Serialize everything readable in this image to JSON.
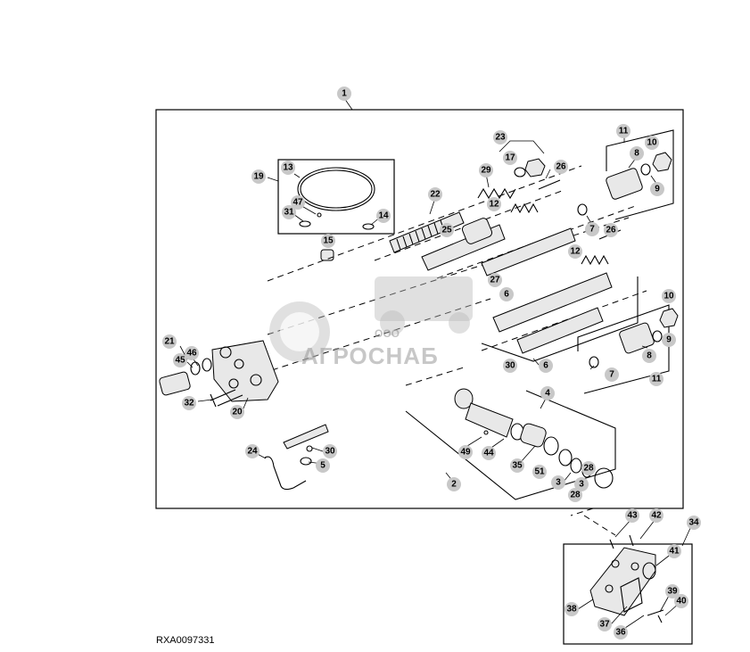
{
  "diagram": {
    "reference_code": "RXA0097331",
    "watermark": {
      "company_prefix": "ООО",
      "company_name": "АГРОСНАБ"
    },
    "callouts": [
      "1",
      "2",
      "3",
      "4",
      "5",
      "6",
      "7",
      "8",
      "9",
      "10",
      "11",
      "12",
      "13",
      "14",
      "15",
      "17",
      "19",
      "20",
      "21",
      "22",
      "23",
      "24",
      "25",
      "26",
      "27",
      "28",
      "29",
      "30",
      "31",
      "32",
      "34",
      "35",
      "36",
      "37",
      "38",
      "39",
      "40",
      "41",
      "42",
      "43",
      "44",
      "45",
      "46",
      "47",
      "49",
      "51"
    ]
  }
}
